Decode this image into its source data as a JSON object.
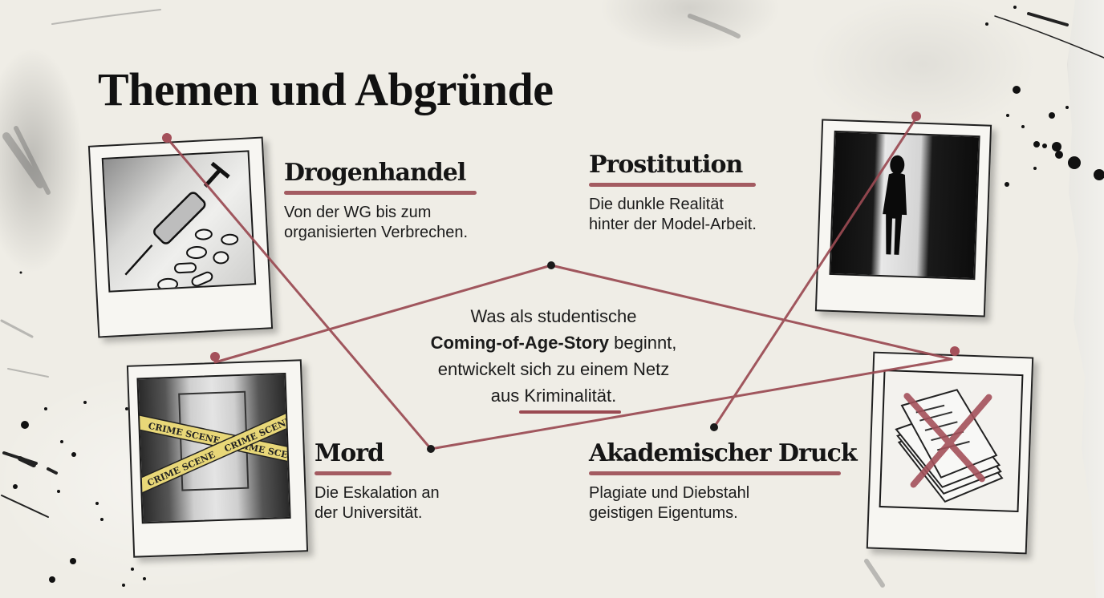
{
  "title": "Themen und Abgründe",
  "colors": {
    "paper": "#efede6",
    "string": "#9a4a52",
    "ink": "#111111",
    "tape": "#e8d778"
  },
  "topics": [
    {
      "id": "drogenhandel",
      "heading": "Drogenhandel",
      "line1": "Von der WG bis zum",
      "line2": "organisierten Verbrechen.",
      "image": "syringe-and-pills-sketch"
    },
    {
      "id": "prostitution",
      "heading": "Prostitution",
      "line1": "Die dunkle Realität",
      "line2": "hinter der Model-Arbeit.",
      "image": "woman-silhouette-doorway-sketch"
    },
    {
      "id": "mord",
      "heading": "Mord",
      "line1": "Die Eskalation an",
      "line2": "der Universität.",
      "image": "crime-scene-tape-hallway-sketch"
    },
    {
      "id": "akademischer-druck",
      "heading": "Akademischer Druck",
      "line1": "Plagiate und Diebstahl",
      "line2": "geistigen Eigentums.",
      "image": "crossed-out-papers-sketch"
    }
  ],
  "center": {
    "line1": "Was als studentische",
    "bold": "Coming-of-Age-Story",
    "line2_rest": " beginnt,",
    "line3": "entwickelt sich zu einem Netz",
    "line4_pre": "aus ",
    "line4_word": "Kriminalität",
    "line4_end": "."
  },
  "tape_text": "CRIME SCENE"
}
